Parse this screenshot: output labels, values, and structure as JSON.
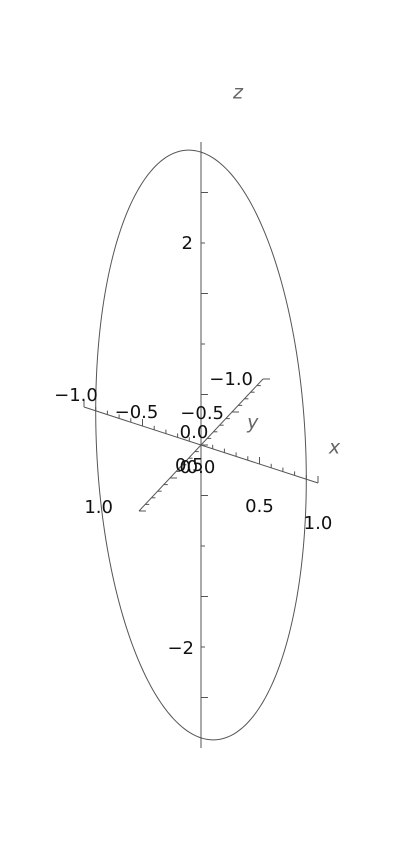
{
  "chart_data": {
    "type": "line",
    "projection": "3d",
    "x_axis": {
      "label": "x",
      "ticks": [
        "−1.0",
        "−0.5",
        "0.0",
        "0.5",
        "1.0"
      ],
      "range": [
        -1,
        1
      ]
    },
    "y_axis": {
      "label": "y",
      "ticks": [
        "−1.0",
        "−0.5",
        "0.0",
        "0.5",
        "1.0"
      ],
      "range": [
        -1,
        1
      ]
    },
    "z_axis": {
      "label": "z",
      "ticks": [
        "−2",
        "0",
        "2"
      ],
      "range": [
        -3,
        3
      ]
    },
    "series": [
      {
        "curve": "ellipse",
        "x": [
          0,
          0.9,
          0,
          -0.9,
          0
        ],
        "y": [
          0,
          0,
          0,
          0,
          0
        ],
        "z": [
          2.9,
          0,
          -2.9,
          0,
          2.9
        ]
      }
    ],
    "colors": {
      "curve": "#555555",
      "axis": "#555555",
      "axis_title": "#666666"
    },
    "grid": false
  }
}
